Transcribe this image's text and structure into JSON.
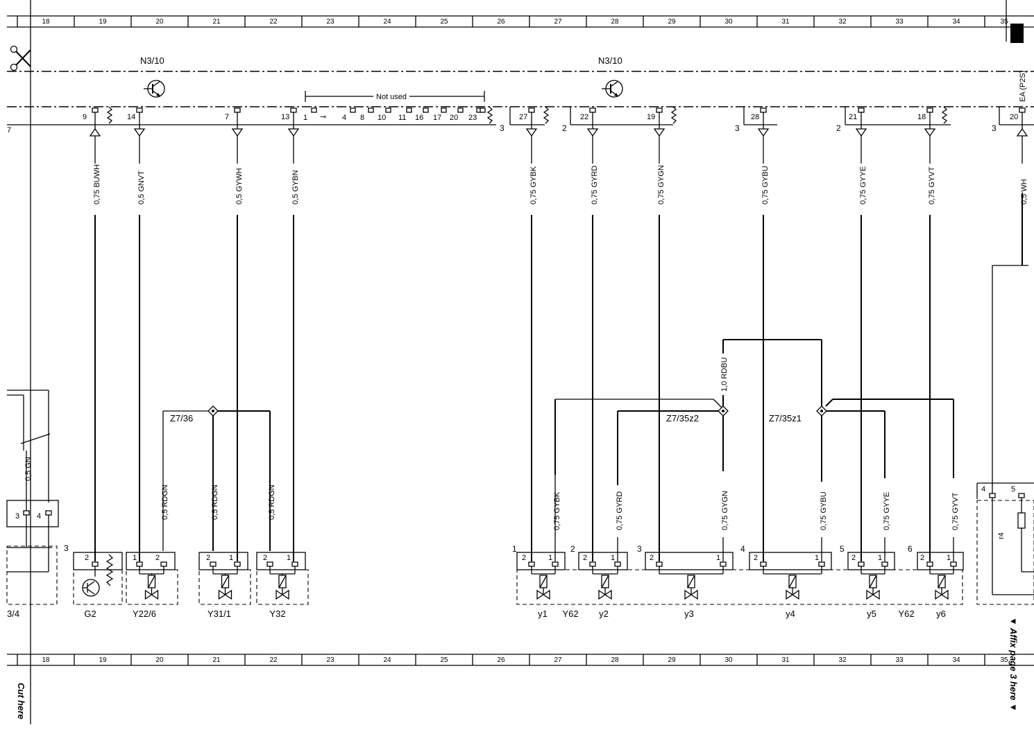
{
  "grid_columns": [
    "18",
    "19",
    "20",
    "21",
    "22",
    "23",
    "24",
    "25",
    "26",
    "27",
    "28",
    "29",
    "30",
    "31",
    "32",
    "33",
    "34",
    "35"
  ],
  "module_labels": [
    "N3/10",
    "N3/10"
  ],
  "not_used_label": "Not used",
  "ea_label": "EA (P2S)",
  "top_pins": [
    {
      "pin": "9",
      "wire": "0,75 BUWH"
    },
    {
      "pin": "14",
      "wire": "0,5 GNVT"
    },
    {
      "pin": "7",
      "wire": "0,5 GYWH"
    },
    {
      "pin": "13",
      "wire": "0,5 GYBN"
    },
    {
      "pin": "27",
      "wire": "0,75 GYBK"
    },
    {
      "pin": "22",
      "wire": "0,75 GYRD"
    },
    {
      "pin": "19",
      "wire": "0,75 GYGN"
    },
    {
      "pin": "28",
      "wire": "0,75 GYBU"
    },
    {
      "pin": "21",
      "wire": "0,75 GYYE"
    },
    {
      "pin": "18",
      "wire": "0,75 GYVT"
    },
    {
      "pin": "20",
      "wire": "0,5 WH"
    }
  ],
  "not_used_pins": [
    "1",
    "4",
    "8",
    "10",
    "11",
    "16",
    "17",
    "20",
    "23"
  ],
  "connector_counts": [
    "3",
    "2",
    "3",
    "2",
    "3"
  ],
  "left_edge": {
    "wire": "0,5 GN",
    "pins": [
      "3",
      "4"
    ],
    "ref": "3/4",
    "partial": "7"
  },
  "splices": [
    {
      "id": "Z7/36",
      "wire": "0,5 RDGN"
    },
    {
      "id": "Z7/35z2"
    },
    {
      "id": "Z7/35z1"
    }
  ],
  "bridge_wire": "1,0 RDBU",
  "lower_wires": [
    "0,75 GYBK",
    "0,75 GYRD",
    "0,75 GYGN",
    "0,75 GYBU",
    "0,75 GYYE",
    "0,75 GYVT"
  ],
  "components": [
    "G2",
    "Y22/6",
    "Y31/1",
    "Y32",
    "y1",
    "Y62",
    "y2",
    "y3",
    "y4",
    "y5",
    "Y62",
    "y6"
  ],
  "slot_numbers": [
    "1",
    "2",
    "3",
    "4",
    "5",
    "6"
  ],
  "right_box": {
    "pins": [
      "4",
      "5"
    ],
    "label": "r4"
  },
  "side_notes": {
    "cut": "Cut here",
    "affix": "▼ Affix page 3 here ▼"
  },
  "page_marker": "3"
}
